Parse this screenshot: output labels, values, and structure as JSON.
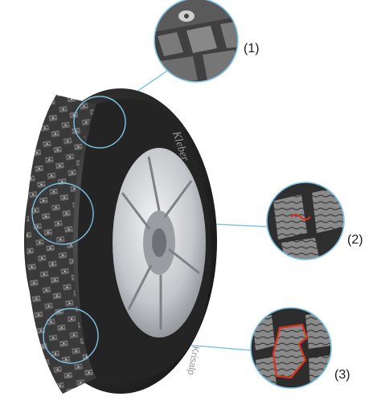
{
  "callouts": [
    {
      "id": "1",
      "label": "(1)"
    },
    {
      "id": "2",
      "label": "(2)"
    },
    {
      "id": "3",
      "label": "(3)"
    }
  ],
  "tire": {
    "brand_text": "Kleber",
    "model_text": "Krisalp"
  },
  "colors": {
    "leader_line": "#7ec3e6",
    "highlight_sipe": "#e0301e",
    "rubber": "#2b2b2b",
    "rim": "#c9ccd0"
  }
}
